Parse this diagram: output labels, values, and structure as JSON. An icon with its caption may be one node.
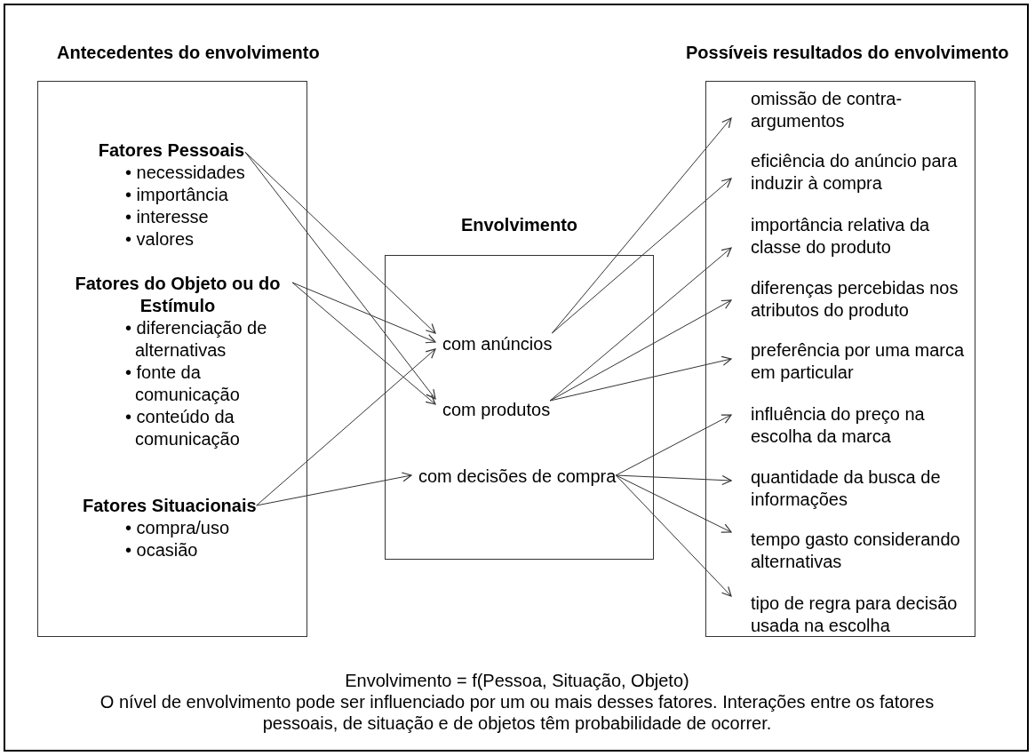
{
  "diagram": {
    "nodes": [
      {
        "text": [
          "Antecedentes do envolvimento"
        ]
      },
      {
        "text": [
          "Fatores Pessoais",
          "• necessidades",
          "• importância",
          "• interesse",
          "• valores"
        ],
        "in": 0
      },
      {
        "text": [
          "Fatores do Objeto ou do Estímulo",
          "• diferenciação de alternativas",
          "• fonte da comunicação",
          "• conteúdo da comunicação"
        ],
        "in": 0
      },
      {
        "text": [
          "Fatores Situacionais",
          "• compra/uso",
          "• ocasião"
        ],
        "in": 0
      },
      {
        "text": [
          "Envolvimento"
        ]
      },
      {
        "text": [
          "com anúncios"
        ],
        "in": 4
      },
      {
        "text": [
          "com produtos"
        ],
        "in": 4
      },
      {
        "text": [
          "com decisões de compra"
        ],
        "in": 4
      },
      {
        "text": [
          "Possíveis resultados do envolvimento"
        ]
      },
      {
        "text": [
          "omissão de contra-argumentos"
        ],
        "in": 8
      },
      {
        "text": [
          "eficiência do anúncio para induzir à compra"
        ],
        "in": 8
      },
      {
        "text": [
          "importância relativa da classe do produto"
        ],
        "in": 8
      },
      {
        "text": [
          "diferenças percebidas nos atributos do produto"
        ],
        "in": 8
      },
      {
        "text": [
          "preferência por uma marca em particular"
        ],
        "in": 8
      },
      {
        "text": [
          "influência do preço na escolha da marca"
        ],
        "in": 8
      },
      {
        "text": [
          "quantidade da busca de informações"
        ],
        "in": 8
      },
      {
        "text": [
          "tempo gasto considerando alternativas"
        ],
        "in": 8
      },
      {
        "text": [
          "tipo de regra para decisão usada na escolha"
        ],
        "in": 8
      }
    ],
    "edges": [
      {
        "from": 1,
        "to": 5,
        "arrow": "to"
      },
      {
        "from": 1,
        "to": 6,
        "arrow": "to"
      },
      {
        "from": 2,
        "to": 5,
        "arrow": "to"
      },
      {
        "from": 2,
        "to": 6,
        "arrow": "to"
      },
      {
        "from": 3,
        "to": 5,
        "arrow": "to"
      },
      {
        "from": 3,
        "to": 7,
        "arrow": "to"
      },
      {
        "from": 5,
        "to": 9,
        "arrow": "to"
      },
      {
        "from": 5,
        "to": 10,
        "arrow": "to"
      },
      {
        "from": 6,
        "to": 11,
        "arrow": "to"
      },
      {
        "from": 6,
        "to": 12,
        "arrow": "to"
      },
      {
        "from": 6,
        "to": 13,
        "arrow": "to"
      },
      {
        "from": 7,
        "to": 14,
        "arrow": "to"
      },
      {
        "from": 7,
        "to": 15,
        "arrow": "to"
      },
      {
        "from": 7,
        "to": 16,
        "arrow": "to"
      },
      {
        "from": 7,
        "to": 17,
        "arrow": "to"
      }
    ],
    "labels": [
      "Envolvimento = f(Pessoa, Situação, Objeto)",
      "O nível de envolvimento pode ser influenciado por um ou mais desses fatores. Interações entre os fatores pessoais, de situação e de objetos têm probabilidade de ocorrer."
    ]
  }
}
